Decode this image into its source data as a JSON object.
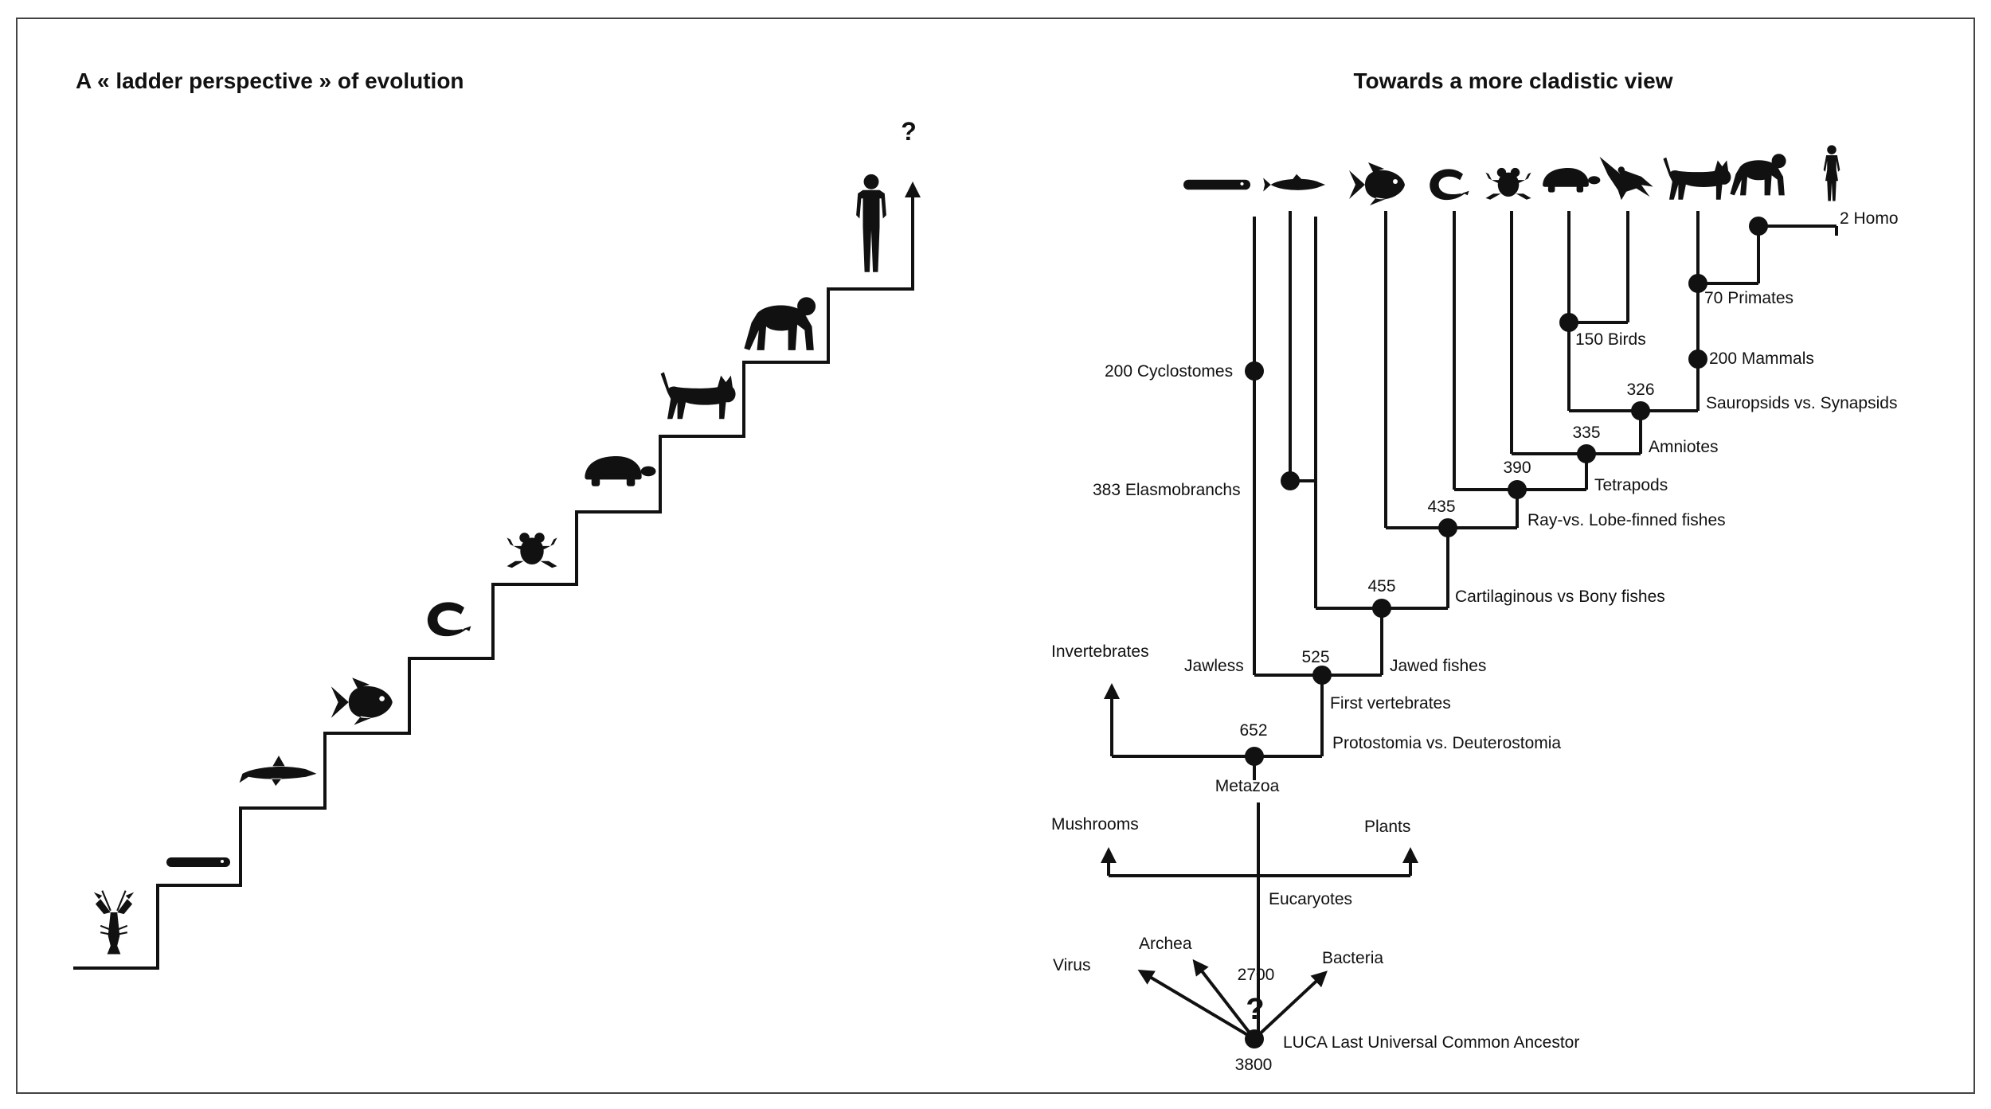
{
  "left_panel": {
    "title": "A « ladder perspective » of evolution",
    "question_mark": "?",
    "steps": [
      {
        "icon": "crayfish-icon"
      },
      {
        "icon": "lamprey-icon"
      },
      {
        "icon": "shark-icon"
      },
      {
        "icon": "goldfish-icon"
      },
      {
        "icon": "eel-icon"
      },
      {
        "icon": "frog-icon"
      },
      {
        "icon": "turtle-icon"
      },
      {
        "icon": "cat-icon"
      },
      {
        "icon": "chimpanzee-icon"
      },
      {
        "icon": "human-icon"
      }
    ]
  },
  "right_panel": {
    "title": "Towards a more cladistic view",
    "taxa_icons": [
      "lamprey-icon",
      "shark-icon",
      "goldfish-icon",
      "eel-icon",
      "frog-icon",
      "turtle-icon",
      "bird-icon",
      "cat-icon",
      "chimpanzee-icon",
      "woman-icon"
    ],
    "nodes": {
      "cyclostomes": "200 Cyclostomes",
      "elasmobranchs": "383 Elasmobranchs",
      "homo": "2 Homo",
      "primates": "70 Primates",
      "birds": "150 Birds",
      "mammals": "200 Mammals",
      "n326": "326",
      "sauropsids": "Sauropsids vs. Synapsids",
      "n335": "335",
      "amniotes": "Amniotes",
      "n390": "390",
      "tetrapods": "Tetrapods",
      "n435": "435",
      "ray_lobe": "Ray-vs. Lobe-finned fishes",
      "n455": "455",
      "cart_bony": "Cartilaginous vs Bony fishes",
      "n525": "525",
      "jawless": "Jawless",
      "jawed": "Jawed fishes",
      "first_vert": "First vertebrates",
      "invertebrates": "Invertebrates",
      "n652": "652",
      "protostomia": "Protostomia vs. Deuterostomia",
      "metazoa": "Metazoa",
      "mushrooms": "Mushrooms",
      "plants": "Plants",
      "eucaryotes": "Eucaryotes",
      "archea": "Archea",
      "virus": "Virus",
      "n2700": "2700",
      "bacteria": "Bacteria",
      "luca_q": "?",
      "luca": "LUCA Last Universal Common Ancestor",
      "n3800": "3800"
    }
  },
  "colors": {
    "ink": "#111111",
    "frame": "#444444",
    "background": "#ffffff"
  }
}
